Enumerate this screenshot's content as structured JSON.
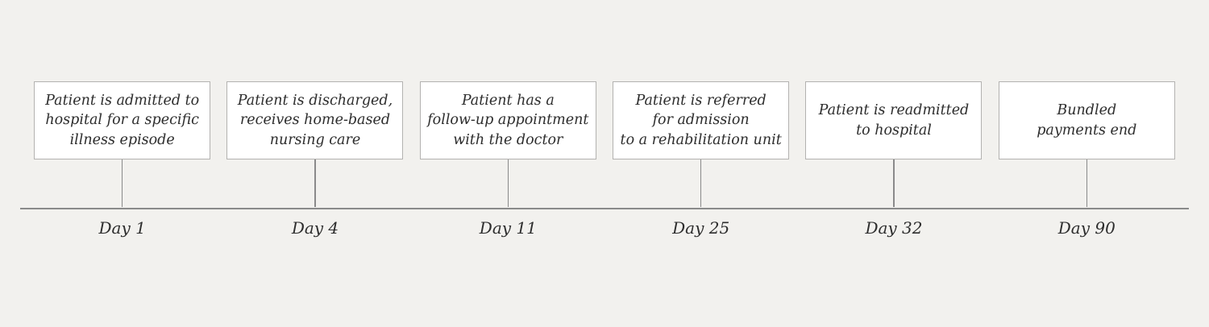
{
  "colors": {
    "background": "#f2f1ee",
    "box_fill": "#ffffff",
    "box_border": "#b3b2b0",
    "text": "#2d2d2d",
    "axis": "#8a8a8a"
  },
  "timeline": {
    "events": [
      {
        "description": "Patient is admitted to\nhospital for a specific\nillness episode",
        "day_label": "Day 1",
        "day": 1
      },
      {
        "description": "Patient is discharged,\nreceives home-based\nnursing care",
        "day_label": "Day 4",
        "day": 4
      },
      {
        "description": "Patient has a\nfollow-up appointment\nwith the doctor",
        "day_label": "Day 11",
        "day": 11
      },
      {
        "description": "Patient is referred\nfor admission\nto a rehabilitation unit",
        "day_label": "Day 25",
        "day": 25
      },
      {
        "description": "Patient is readmitted\nto hospital",
        "day_label": "Day 32",
        "day": 32
      },
      {
        "description": "Bundled\npayments end",
        "day_label": "Day 90",
        "day": 90
      }
    ]
  }
}
